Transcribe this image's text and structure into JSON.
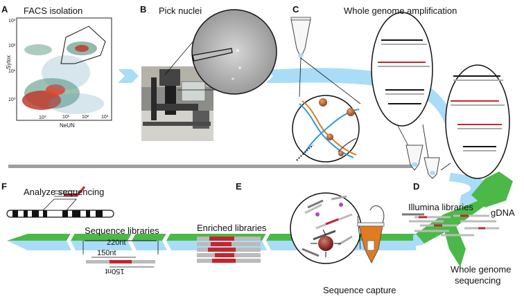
{
  "panels": {
    "A": {
      "letter": "A",
      "title": "FACS isolation",
      "y_axis": "Sytox",
      "x_axis": "NeUN",
      "y_ticks": [
        "10³",
        "10²",
        "10¹",
        "10⁰"
      ],
      "x_ticks": [
        "10⁰",
        "10¹",
        "10²",
        "10³"
      ]
    },
    "B": {
      "letter": "B",
      "title": "Pick nuclei"
    },
    "C": {
      "letter": "C",
      "title": "Whole genome amplification"
    },
    "D": {
      "letter": "D",
      "labels": {
        "illumina": "Illumina libraries",
        "gdna": "gDNA",
        "wgs_line1": "Whole genome",
        "wgs_line2": "sequencing"
      }
    },
    "E": {
      "letter": "E",
      "labels": {
        "enriched": "Enriched libraries",
        "capture": "Sequence capture"
      }
    },
    "F": {
      "letter": "F",
      "labels": {
        "analyze": "Analyze sequencing",
        "seqlib": "Sequence libraries",
        "len220": "220nt",
        "len150": "150nt",
        "len150_flipped": "150nt"
      }
    }
  },
  "colors": {
    "flow_blue": "#a9dcf7",
    "flow_green": "#4bb848",
    "insert_red": "#c8242b",
    "divider": "#9e9e9e",
    "tube_orange": "#e07b1f",
    "dna_blue": "#2e9bd6"
  }
}
